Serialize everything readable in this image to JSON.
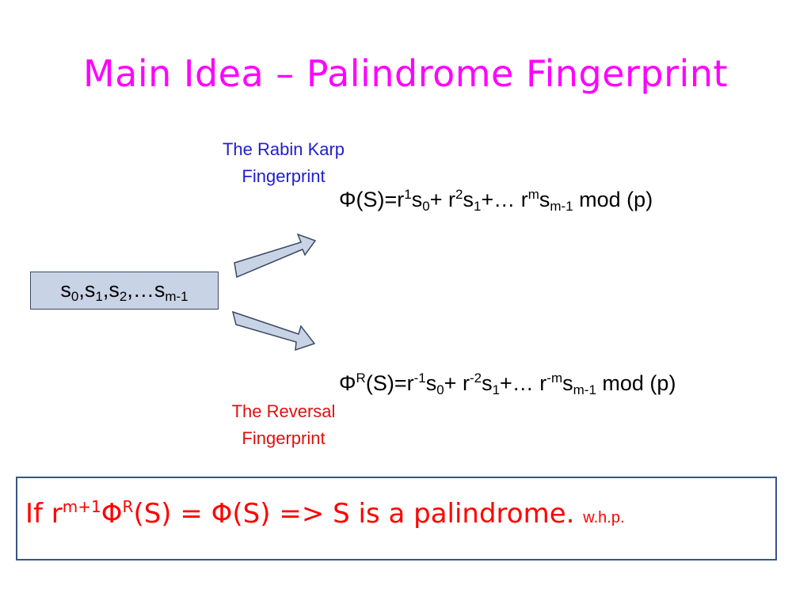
{
  "title": "Main Idea – Palindrome Fingerprint",
  "rabin_karp_caption": {
    "line1": "The Rabin Karp",
    "line2": "Fingerprint"
  },
  "reversal_caption": {
    "line1": "The Reversal",
    "line2": "Fingerprint"
  },
  "sequence": {
    "s0": "s",
    "i0": "0",
    "sep1": ",s",
    "i1": "1",
    "sep2": ",s",
    "i2": "2",
    "sep3": ",…s",
    "i3": "m-1"
  },
  "phi_formula": {
    "t1": "Φ(S)=r",
    "e1": "1",
    "t2": "s",
    "i1": "0",
    "t3": "+ r",
    "e2": "2",
    "t4": "s",
    "i2": "1",
    "t5": "+… r",
    "e3": "m",
    "t6": "s",
    "i3": "m-1",
    "t7": " mod (p)"
  },
  "phir_formula": {
    "t0": "Φ",
    "r": "R",
    "t1": "(S)=r",
    "e1": "-1",
    "t2": "s",
    "i1": "0",
    "t3": "+ r",
    "e2": "-2",
    "t4": "s",
    "i2": "1",
    "t5": "+… r",
    "e3": "-m",
    "t6": "s",
    "i3": "m-1",
    "t7": " mod (p)"
  },
  "conclusion": {
    "t1": "If r",
    "e1": "m+1",
    "t2": "Φ",
    "r": "R",
    "t3": "(S) = Φ(S) => S is a palindrome.",
    "whp": "w.h.p."
  },
  "colors": {
    "title": "#ff00ff",
    "rabin_karp_caption": "#1f1fcf",
    "reversal_caption": "#e01010",
    "conclusion": "#ff0000",
    "sequence_box_fill": "#c9d3e6",
    "frame_border": "#3a5583"
  }
}
